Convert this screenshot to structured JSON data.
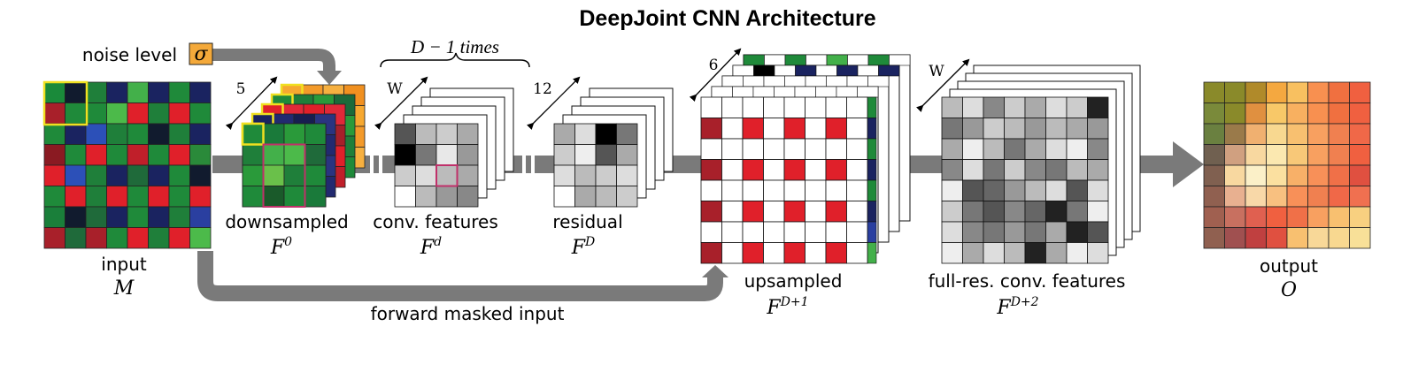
{
  "title": "DeepJoint CNN Architecture",
  "noise": {
    "label": "noise level",
    "symbol": "σ"
  },
  "stages": {
    "input": {
      "label": "input",
      "symbol": "M"
    },
    "downsampled": {
      "label": "downsampled",
      "symbol": "F",
      "sup": "0"
    },
    "conv": {
      "label": "conv. features",
      "symbol": "F",
      "sup": "d"
    },
    "residual": {
      "label": "residual",
      "symbol": "F",
      "sup": "D"
    },
    "upsampled": {
      "label": "upsampled",
      "symbol": "F",
      "sup": "D+1"
    },
    "fullres": {
      "label": "full-res. conv. features",
      "symbol": "F",
      "sup": "D+2"
    },
    "output": {
      "label": "output",
      "symbol": "O"
    }
  },
  "repeat_label": "D − 1 times",
  "dims": {
    "five": "5",
    "w1": "W",
    "twelve": "12",
    "six": "6",
    "w2": "W"
  },
  "skip_label": "forward masked input",
  "colors": {
    "arrow": "#7a7a7a",
    "highlight_yellow": "#f0e020",
    "highlight_pink": "#c0306a",
    "sigma_box": "#f4a93a",
    "bayer_green": "#1f8a3a",
    "bayer_red": "#e0202a",
    "bayer_blue": "#1a1f5c"
  }
}
